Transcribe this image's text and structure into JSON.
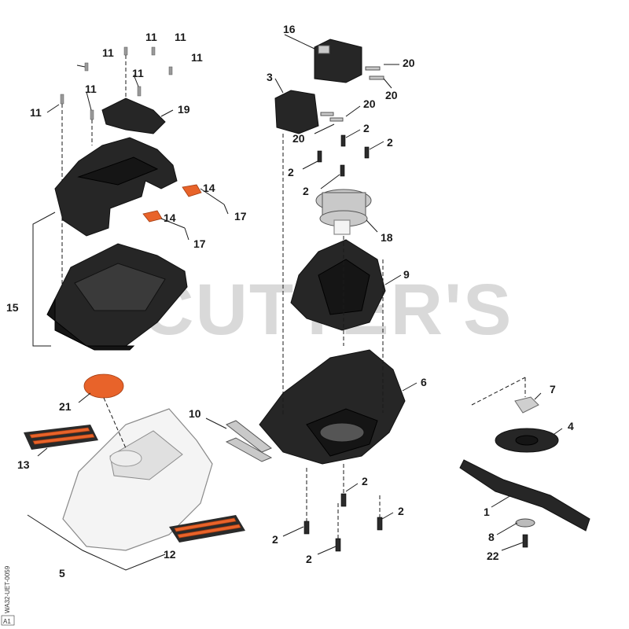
{
  "watermark": "CUTTER'S",
  "side_code": "WA32-UET-0059",
  "side_code_box": "A1",
  "labels": {
    "l1": "1",
    "l2a": "2",
    "l2b": "2",
    "l2c": "2",
    "l2d": "2",
    "l2e": "2",
    "l2f": "2",
    "l2g": "2",
    "l2h": "2",
    "l3": "3",
    "l4": "4",
    "l5": "5",
    "l6": "6",
    "l7": "7",
    "l8": "8",
    "l9": "9",
    "l10": "10",
    "l11a": "11",
    "l11b": "11",
    "l11c": "11",
    "l11d": "11",
    "l11e": "11",
    "l11f": "11",
    "l11g": "11",
    "l12": "12",
    "l13": "13",
    "l14a": "14",
    "l14b": "14",
    "l15": "15",
    "l16": "16",
    "l17a": "17",
    "l17b": "17",
    "l18": "18",
    "l19": "19",
    "l20a": "20",
    "l20b": "20",
    "l20c": "20",
    "l20d": "20",
    "l21": "21",
    "l22": "22"
  },
  "colors": {
    "parts_dark": "#262626",
    "accent_orange": "#e8632a",
    "hood_white": "#f4f4f4"
  }
}
